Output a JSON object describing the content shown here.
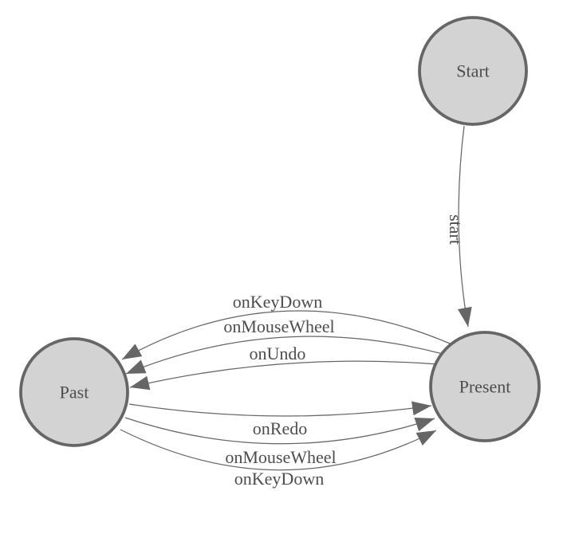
{
  "diagram": {
    "kind": "state-machine",
    "nodes": [
      {
        "id": "start",
        "label": "Start"
      },
      {
        "id": "past",
        "label": "Past"
      },
      {
        "id": "present",
        "label": "Present"
      }
    ],
    "edges": [
      {
        "from": "Start",
        "to": "Present",
        "label": "start"
      },
      {
        "from": "Present",
        "to": "Past",
        "label": "onKeyDown"
      },
      {
        "from": "Present",
        "to": "Past",
        "label": "onMouseWheel"
      },
      {
        "from": "Present",
        "to": "Past",
        "label": "onUndo"
      },
      {
        "from": "Past",
        "to": "Present",
        "label": "onRedo"
      },
      {
        "from": "Past",
        "to": "Present",
        "label": "onMouseWheel"
      },
      {
        "from": "Past",
        "to": "Present",
        "label": "onKeyDown"
      }
    ],
    "colors": {
      "background": "#ffffff",
      "node_fill": "#d3d3d3",
      "node_stroke": "#666666",
      "edge_stroke": "#666666",
      "arrowhead_fill": "#666666",
      "text": "#4d4d4d"
    }
  }
}
